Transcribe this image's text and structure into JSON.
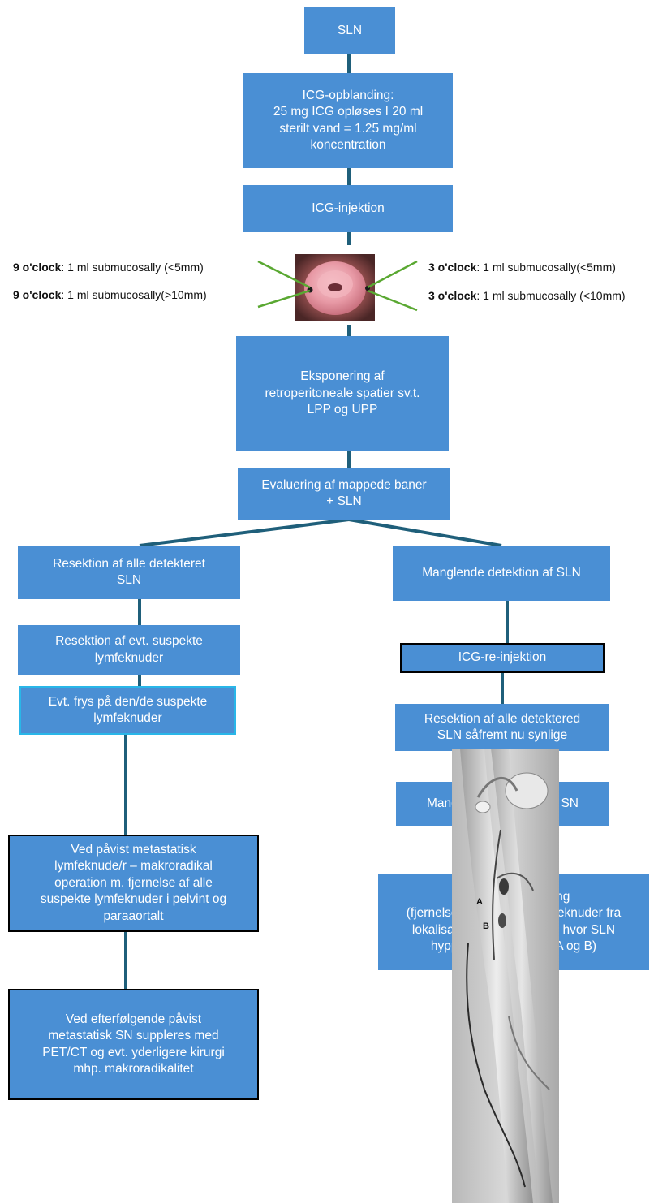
{
  "boxes": {
    "sln": "SLN",
    "icg_mix": "ICG-opblanding:\n25 mg ICG opløses I 20 ml\nsterilt vand = 1.25 mg/ml\nkoncentration",
    "icg_injection": "ICG-injektion",
    "exposure": "Eksponering af\nretroperitoneale spatier sv.t.\nLPP og UPP",
    "evaluation": "Evaluering af mappede baner\n+ SLN",
    "resect_all": "Resektion af alle detekteret\nSLN",
    "missing_sln": "Manglende detektion af SLN",
    "resect_suspect": "Resektion af evt. suspekte\nlymfeknuder",
    "reinjection": "ICG-re-injektion",
    "frozen": "Evt. frys på den/de suspekte\nlymfeknuder",
    "resect_visible": "Resektion af alle detektered\nSLN såfremt nu synlige",
    "missing_sn": "Manglende detektion af SN",
    "metastatic": "Ved påvist metastatisk\nlymfeknude/r  – makroradikal\noperation m. fjernelse af alle\nsuspekte lymfeknuder i  pelvint og\nparaaortalt",
    "anatomic": "Anatomisk sampling\n(fjernelse af specifikke lymfeknuder fra\nlokalisationer LPP og UPP hvor SLN\nhyppigst er lokaliseret A og B)",
    "followup": "Ved efterfølgende påvist\nmetastatisk SN suppleres med\nPET/CT og evt. yderligere kirurgi\nmhp. makroradikalitet"
  },
  "injections": {
    "left_top_bold": "9 o'clock",
    "left_top_text": ": 1 ml submucosally (<5mm)",
    "left_bottom_bold": "9 o'clock",
    "left_bottom_text": ": 1 ml submucosally(>10mm)",
    "right_top_bold": "3 o'clock",
    "right_top_text": ": 1 ml submucosally(<5mm)",
    "right_bottom_bold": "3 o'clock",
    "right_bottom_text": ": 1 ml submucosally (<10mm)"
  },
  "anatomy_labels": {
    "a": "A",
    "b": "B"
  },
  "colors": {
    "box_fill": "#4a8fd4",
    "connector": "#1f5f7a",
    "pointer": "#5aa832"
  }
}
